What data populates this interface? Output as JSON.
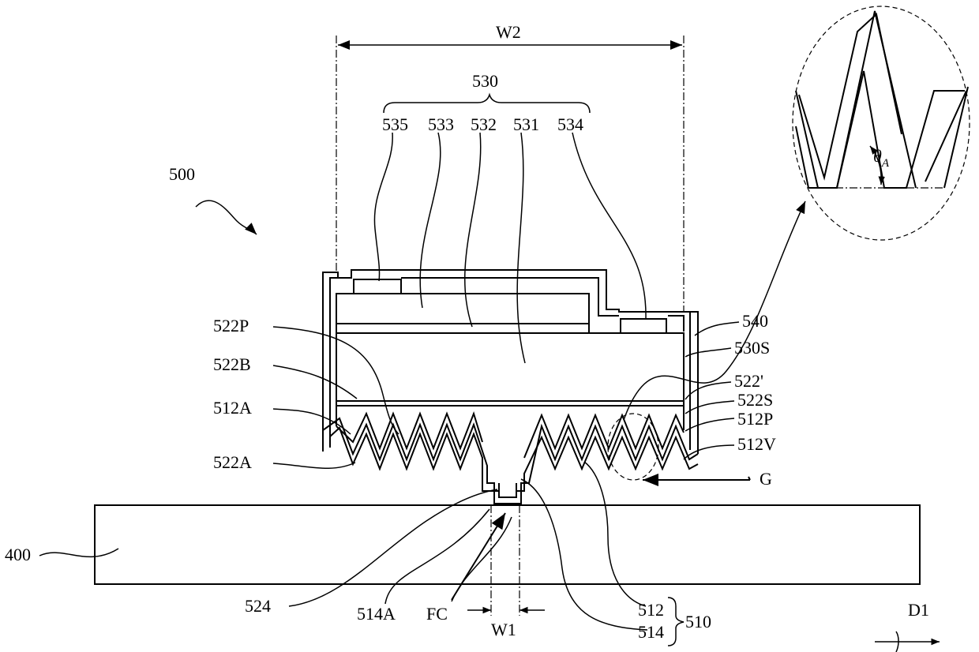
{
  "labels": {
    "w2": "W2",
    "l530": "530",
    "l535": "535",
    "l533": "533",
    "l532": "532",
    "l531": "531",
    "l534": "534",
    "l500": "500",
    "l540": "540",
    "l530S": "530S",
    "l522P": "522P",
    "l522B": "522B",
    "l522p": "522'",
    "l522S": "522S",
    "l512A": "512A",
    "l512P": "512P",
    "l512V": "512V",
    "l522A": "522A",
    "lG": "G",
    "l400": "400",
    "l524": "524",
    "l514A": "514A",
    "lFC": "FC",
    "lW1": "W1",
    "l512": "512",
    "l514": "514",
    "l510": "510",
    "lD1": "D1",
    "theta": "θ",
    "theta_sub": "A"
  }
}
